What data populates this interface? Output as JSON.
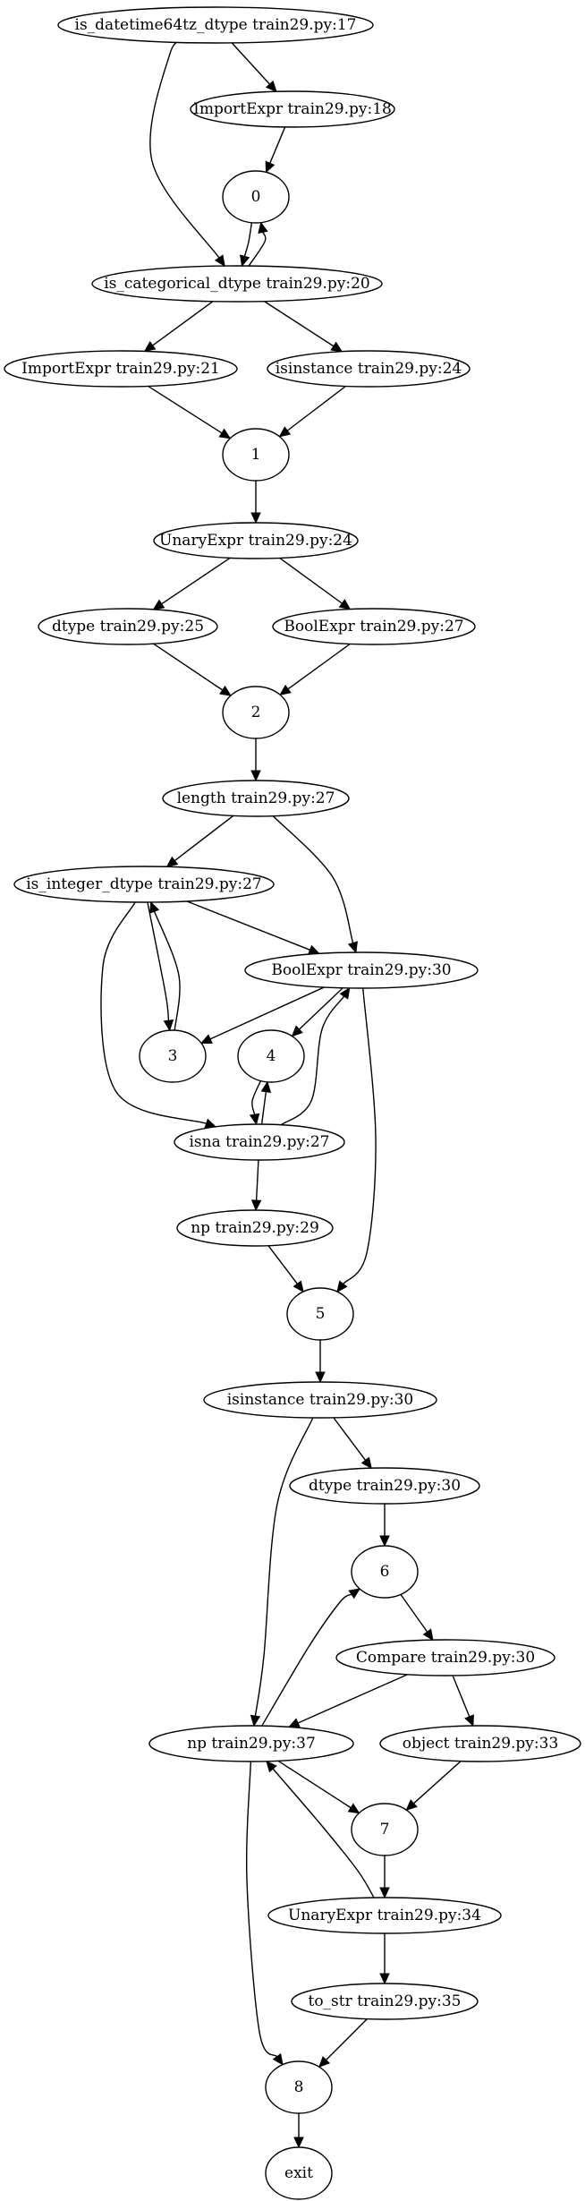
{
  "nodes": [
    {
      "id": "n0",
      "label": "is_datetime64tz_dtype train29.py:17"
    },
    {
      "id": "n1",
      "label": "ImportExpr train29.py:18"
    },
    {
      "id": "n2",
      "label": "0"
    },
    {
      "id": "n3",
      "label": "is_categorical_dtype train29.py:20"
    },
    {
      "id": "n4",
      "label": "ImportExpr train29.py:21"
    },
    {
      "id": "n5",
      "label": "isinstance train29.py:24"
    },
    {
      "id": "n6",
      "label": "1"
    },
    {
      "id": "n7",
      "label": "UnaryExpr train29.py:24"
    },
    {
      "id": "n8",
      "label": "dtype train29.py:25"
    },
    {
      "id": "n9",
      "label": "BoolExpr train29.py:27"
    },
    {
      "id": "n10",
      "label": "2"
    },
    {
      "id": "n11",
      "label": "length train29.py:27"
    },
    {
      "id": "n12",
      "label": "is_integer_dtype train29.py:27"
    },
    {
      "id": "n13",
      "label": "BoolExpr train29.py:30"
    },
    {
      "id": "n14",
      "label": "3"
    },
    {
      "id": "n15",
      "label": "4"
    },
    {
      "id": "n16",
      "label": "isna train29.py:27"
    },
    {
      "id": "n17",
      "label": "np train29.py:29"
    },
    {
      "id": "n18",
      "label": "5"
    },
    {
      "id": "n19",
      "label": "isinstance train29.py:30"
    },
    {
      "id": "n20",
      "label": "dtype train29.py:30"
    },
    {
      "id": "n21",
      "label": "6"
    },
    {
      "id": "n22",
      "label": "Compare train29.py:30"
    },
    {
      "id": "n23",
      "label": "np train29.py:37"
    },
    {
      "id": "n24",
      "label": "object train29.py:33"
    },
    {
      "id": "n25",
      "label": "7"
    },
    {
      "id": "n26",
      "label": "UnaryExpr train29.py:34"
    },
    {
      "id": "n27",
      "label": "to_str train29.py:35"
    },
    {
      "id": "n28",
      "label": "8"
    },
    {
      "id": "n29",
      "label": "exit"
    }
  ],
  "edges": [
    {
      "from": "n0",
      "to": "n1"
    },
    {
      "from": "n0",
      "to": "n3"
    },
    {
      "from": "n1",
      "to": "n2"
    },
    {
      "from": "n2",
      "to": "n3"
    },
    {
      "from": "n3",
      "to": "n2"
    },
    {
      "from": "n3",
      "to": "n4"
    },
    {
      "from": "n3",
      "to": "n5"
    },
    {
      "from": "n4",
      "to": "n6"
    },
    {
      "from": "n5",
      "to": "n6"
    },
    {
      "from": "n6",
      "to": "n7"
    },
    {
      "from": "n7",
      "to": "n8"
    },
    {
      "from": "n7",
      "to": "n9"
    },
    {
      "from": "n8",
      "to": "n10"
    },
    {
      "from": "n9",
      "to": "n10"
    },
    {
      "from": "n10",
      "to": "n11"
    },
    {
      "from": "n11",
      "to": "n12"
    },
    {
      "from": "n11",
      "to": "n13"
    },
    {
      "from": "n12",
      "to": "n14"
    },
    {
      "from": "n14",
      "to": "n12"
    },
    {
      "from": "n12",
      "to": "n13"
    },
    {
      "from": "n12",
      "to": "n16"
    },
    {
      "from": "n13",
      "to": "n14"
    },
    {
      "from": "n13",
      "to": "n15"
    },
    {
      "from": "n13",
      "to": "n18"
    },
    {
      "from": "n15",
      "to": "n16"
    },
    {
      "from": "n16",
      "to": "n15"
    },
    {
      "from": "n16",
      "to": "n13"
    },
    {
      "from": "n16",
      "to": "n17"
    },
    {
      "from": "n17",
      "to": "n18"
    },
    {
      "from": "n18",
      "to": "n19"
    },
    {
      "from": "n19",
      "to": "n20"
    },
    {
      "from": "n19",
      "to": "n23"
    },
    {
      "from": "n20",
      "to": "n21"
    },
    {
      "from": "n21",
      "to": "n22"
    },
    {
      "from": "n22",
      "to": "n23"
    },
    {
      "from": "n22",
      "to": "n24"
    },
    {
      "from": "n23",
      "to": "n21"
    },
    {
      "from": "n23",
      "to": "n25"
    },
    {
      "from": "n23",
      "to": "n28"
    },
    {
      "from": "n24",
      "to": "n25"
    },
    {
      "from": "n25",
      "to": "n26"
    },
    {
      "from": "n26",
      "to": "n23"
    },
    {
      "from": "n26",
      "to": "n27"
    },
    {
      "from": "n27",
      "to": "n28"
    },
    {
      "from": "n28",
      "to": "n29"
    }
  ]
}
